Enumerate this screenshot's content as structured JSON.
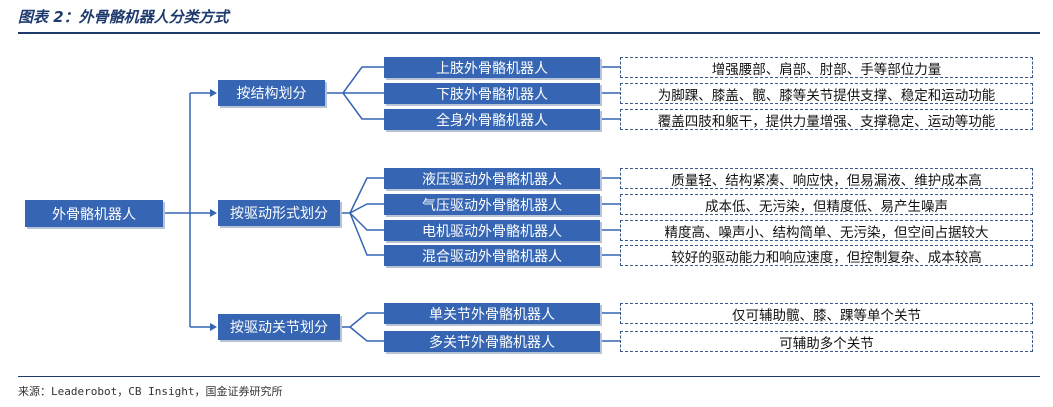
{
  "figure_title": "图表 2：外骨骼机器人分类方式",
  "source": "来源：Leaderobot，CB Insight，国金证券研究所",
  "colors": {
    "box_fill": "#3565b3",
    "connector": "#3565b3",
    "dash_border": "#3b5a8c",
    "title": "#1f3a6d"
  },
  "root": {
    "label": "外骨骼机器人"
  },
  "categories": [
    {
      "label": "按结构划分",
      "items": [
        {
          "label": "上肢外骨骼机器人",
          "desc": "增强腰部、肩部、肘部、手等部位力量"
        },
        {
          "label": "下肢外骨骼机器人",
          "desc": "为脚踝、膝盖、髋、膝等关节提供支撑、稳定和运动功能"
        },
        {
          "label": "全身外骨骼机器人",
          "desc": "覆盖四肢和躯干，提供力量增强、支撑稳定、运动等功能"
        }
      ]
    },
    {
      "label": "按驱动形式划分",
      "items": [
        {
          "label": "液压驱动外骨骼机器人",
          "desc": "质量轻、结构紧凑、响应快，但易漏液、维护成本高"
        },
        {
          "label": "气压驱动外骨骼机器人",
          "desc": "成本低、无污染，但精度低、易产生噪声"
        },
        {
          "label": "电机驱动外骨骼机器人",
          "desc": "精度高、噪声小、结构简单、无污染，但空间占据较大"
        },
        {
          "label": "混合驱动外骨骼机器人",
          "desc": "较好的驱动能力和响应速度，但控制复杂、成本较高"
        }
      ]
    },
    {
      "label": "按驱动关节划分",
      "items": [
        {
          "label": "单关节外骨骼机器人",
          "desc": "仅可辅助髋、膝、踝等单个关节"
        },
        {
          "label": "多关节外骨骼机器人",
          "desc": "可辅助多个关节"
        }
      ]
    }
  ]
}
